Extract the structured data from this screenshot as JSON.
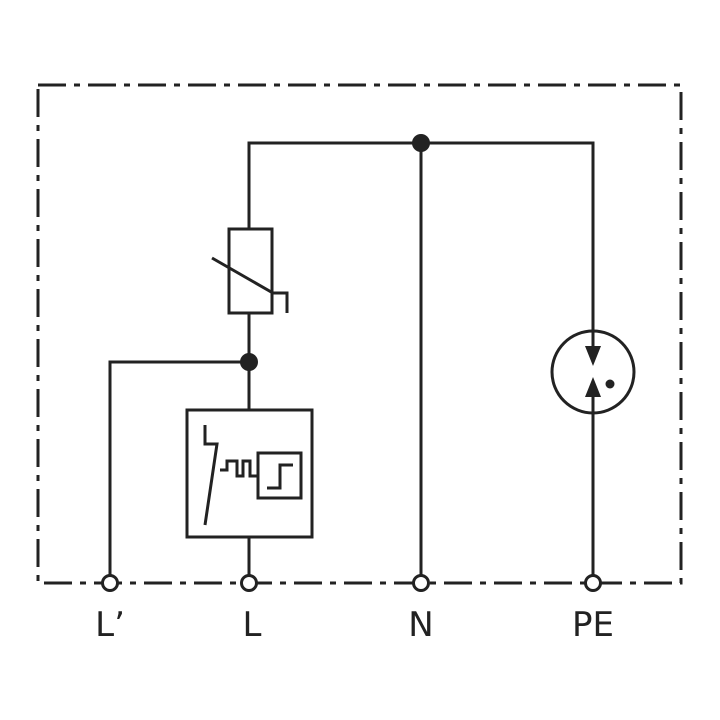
{
  "colors": {
    "line": "#222222",
    "background": "#ffffff"
  },
  "terminals": [
    {
      "label": "L’"
    },
    {
      "label": "L"
    },
    {
      "label": "N"
    },
    {
      "label": "PE"
    }
  ],
  "components": {
    "varistor": "varistor-icon",
    "thermal_disconnector": "thermal-disconnector-icon",
    "spark_gap": "spark-gap-icon"
  }
}
